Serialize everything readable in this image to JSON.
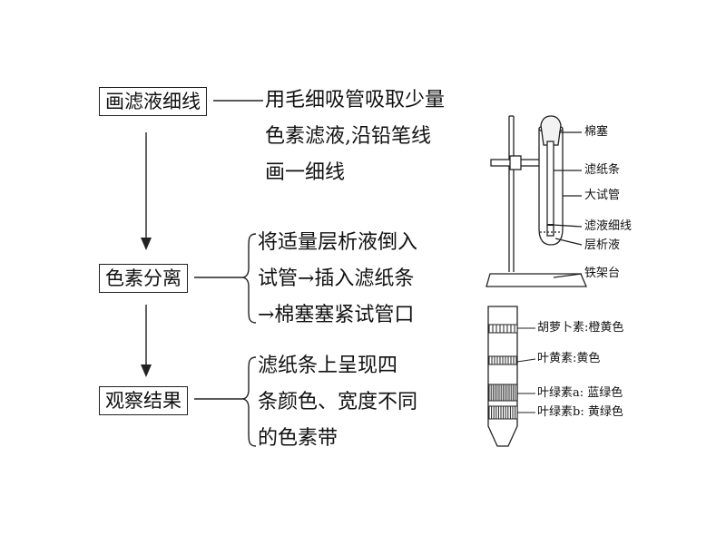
{
  "flow": {
    "steps": [
      {
        "title": "画滤液细线",
        "lines": [
          "用毛细吸管吸取少量",
          "色素滤液,沿铅笔线",
          "画一细线"
        ]
      },
      {
        "title": "色素分离",
        "lines": [
          "将适量层析液倒入",
          "试管→插入滤纸条",
          "→棉塞塞紧试管口"
        ]
      },
      {
        "title": "观察结果",
        "lines": [
          "滤纸条上呈现四",
          "条颜色、宽度不同",
          "的色素带"
        ]
      }
    ]
  },
  "apparatus": {
    "labels": [
      "棉塞",
      "滤纸条",
      "大试管",
      "滤液细线",
      "层析液",
      "铁架台"
    ]
  },
  "strip": {
    "bands": [
      {
        "pigment": "胡萝卜素",
        "color_name": "橙黄色"
      },
      {
        "pigment": "叶黄素",
        "color_name": "黄色"
      },
      {
        "pigment": "叶绿素a",
        "color_name": "蓝绿色"
      },
      {
        "pigment": "叶绿素b",
        "color_name": "黄绿色"
      }
    ]
  }
}
